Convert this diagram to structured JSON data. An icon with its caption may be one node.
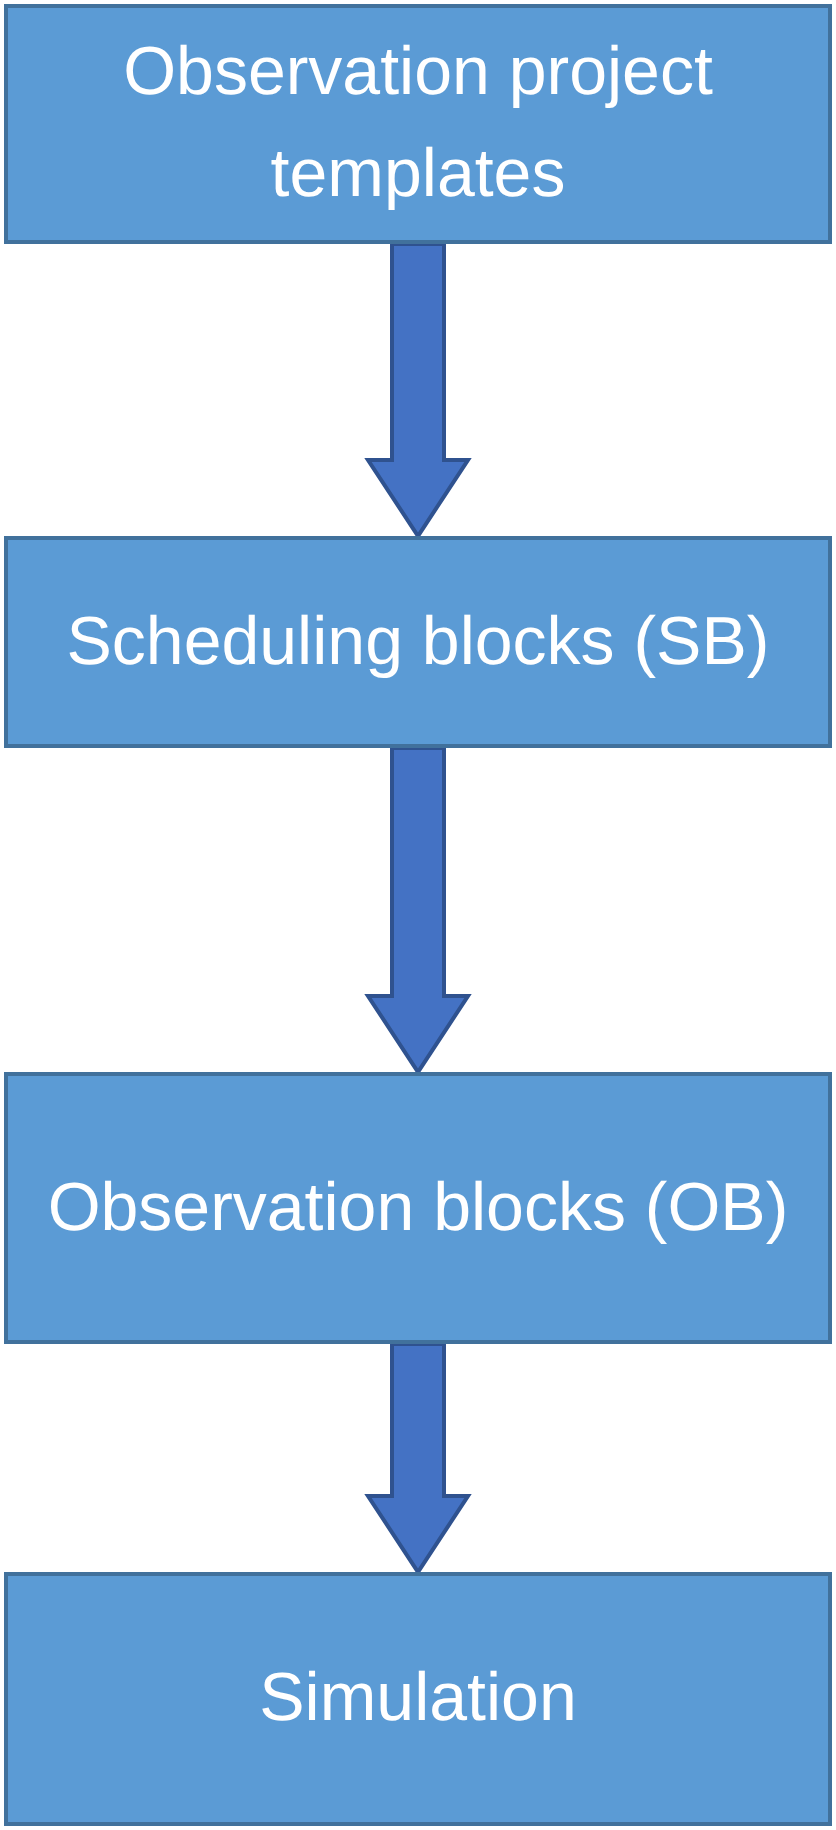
{
  "diagram": {
    "nodes": [
      {
        "text": [
          "Observation project templates"
        ]
      },
      {
        "text": [
          "Scheduling blocks (SB)"
        ]
      },
      {
        "text": [
          "Observation blocks (OB)"
        ]
      },
      {
        "text": [
          "Simulation"
        ]
      }
    ],
    "edges": [
      {
        "from": 0,
        "to": 1,
        "arrow": "to"
      },
      {
        "from": 1,
        "to": 2,
        "arrow": "to"
      },
      {
        "from": 2,
        "to": 3,
        "arrow": "to"
      }
    ]
  }
}
